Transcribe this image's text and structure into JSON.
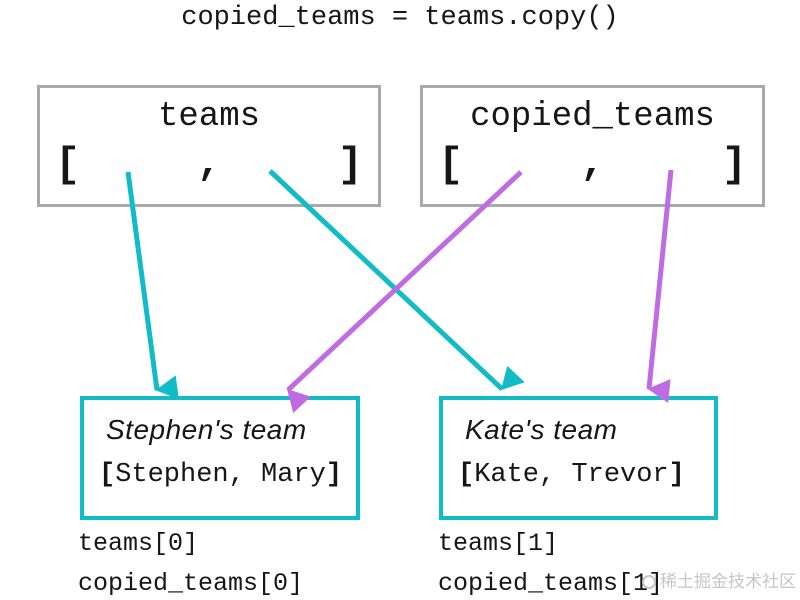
{
  "title": "copied_teams = teams.copy()",
  "colors": {
    "teal": "#12bcc7",
    "purple": "#bf6ce2",
    "box_border": "#a9a9a9",
    "text": "#161616",
    "watermark": "#c6c6c6"
  },
  "top_boxes": [
    {
      "name": "teams",
      "open": "[",
      "comma": ",",
      "close": "]"
    },
    {
      "name": "copied_teams",
      "open": "[",
      "comma": ",",
      "close": "]"
    }
  ],
  "bottom_boxes": [
    {
      "title": "Stephen's team",
      "open": "[",
      "items": "Stephen, Mary",
      "close": "]",
      "labels": [
        "teams[0]",
        "copied_teams[0]"
      ]
    },
    {
      "title": "Kate's team",
      "open": "[",
      "items": "Kate, Trevor",
      "close": "]",
      "labels": [
        "teams[1]",
        "copied_teams[1]"
      ]
    }
  ],
  "watermark": {
    "text": "稀土掘金技术社区"
  }
}
